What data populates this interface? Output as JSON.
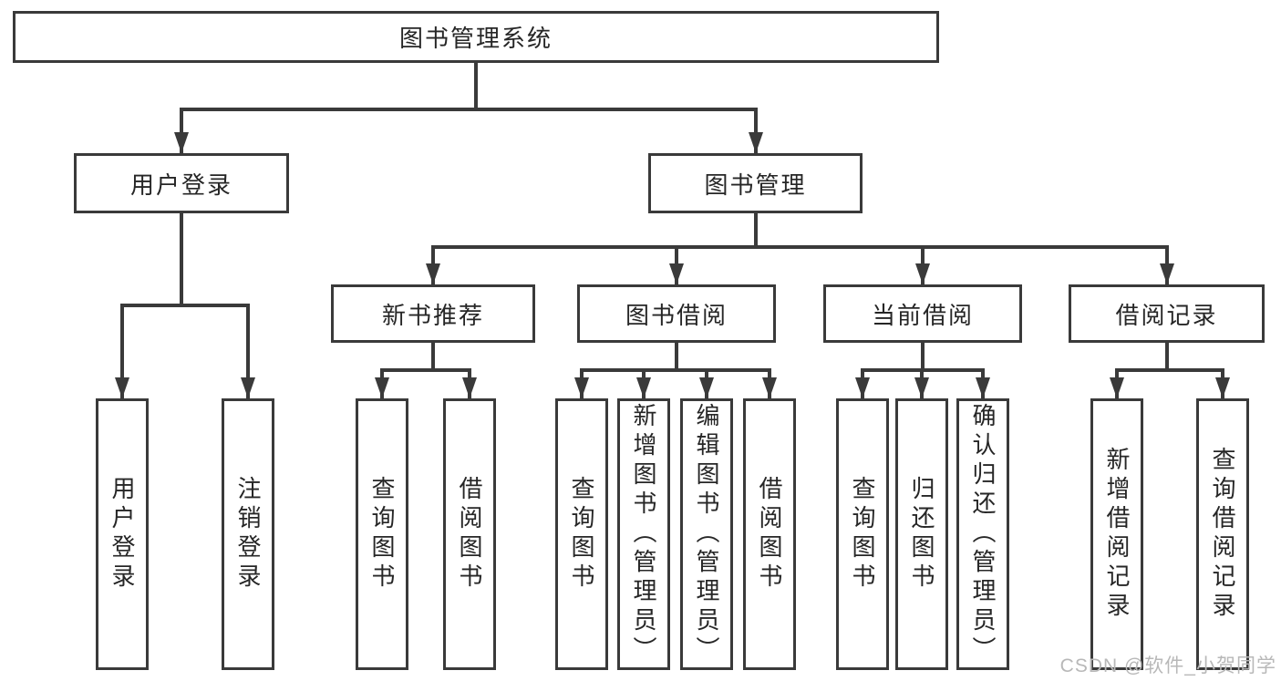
{
  "diagram": {
    "title": "图书管理系统",
    "root": {
      "label": "图书管理系统"
    },
    "level1": [
      {
        "label": "用户登录",
        "children": [
          {
            "label": "用户登录"
          },
          {
            "label": "注销登录"
          }
        ]
      },
      {
        "label": "图书管理",
        "children": [
          {
            "label": "新书推荐",
            "children": [
              {
                "label": "查询图书"
              },
              {
                "label": "借阅图书"
              }
            ]
          },
          {
            "label": "图书借阅",
            "children": [
              {
                "label": "查询图书"
              },
              {
                "label": "新增图书（管理员）"
              },
              {
                "label": "编辑图书（管理员）"
              },
              {
                "label": "借阅图书"
              }
            ]
          },
          {
            "label": "当前借阅",
            "children": [
              {
                "label": "查询图书"
              },
              {
                "label": "归还图书"
              },
              {
                "label": "确认归还（管理员）"
              }
            ]
          },
          {
            "label": "借阅记录",
            "children": [
              {
                "label": "新增借阅记录"
              },
              {
                "label": "查询借阅记录"
              }
            ]
          }
        ]
      }
    ]
  },
  "watermark": "CSDN @软件_小贺同学",
  "colors": {
    "line": "#3a3a3a",
    "text": "#262626",
    "background": "#ffffff",
    "watermark": "#b8b8b8"
  }
}
